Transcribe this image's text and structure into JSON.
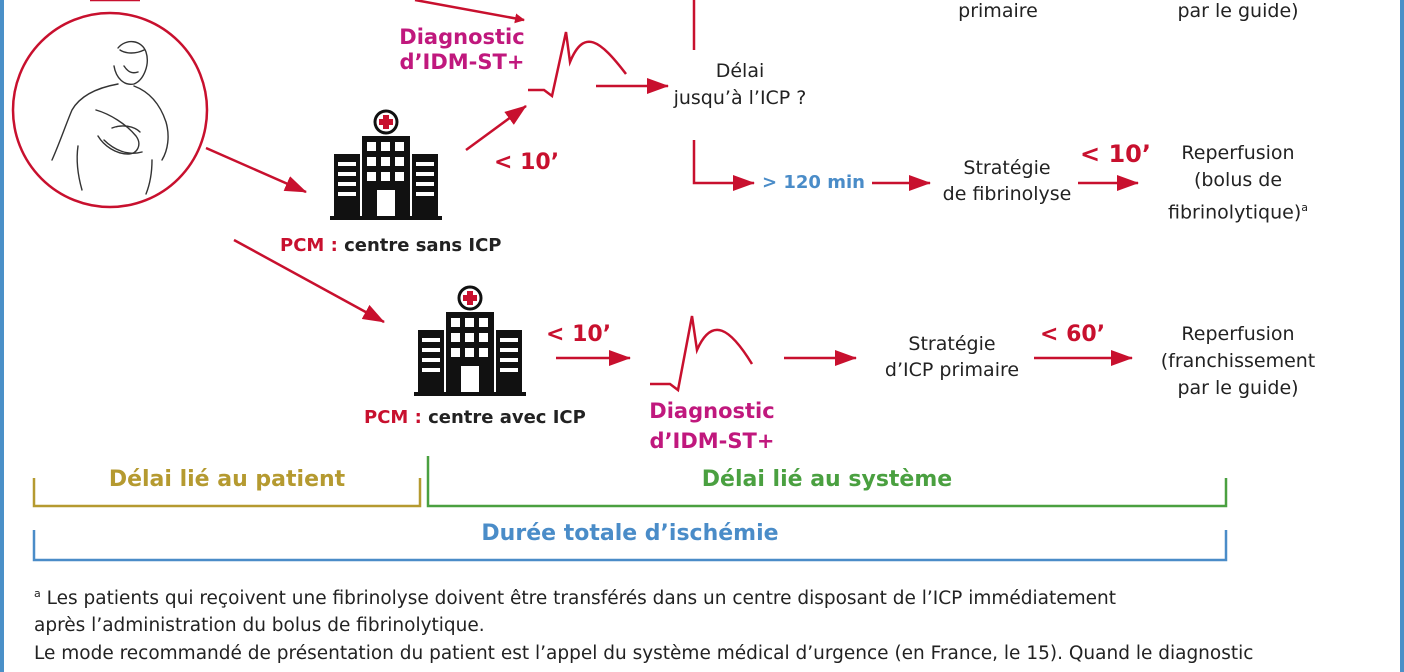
{
  "top": {
    "primaire": "primaire",
    "par_le_guide": "par le guide)"
  },
  "diag1": {
    "line1": "Diagnostic",
    "line2": "d’IDM-ST+"
  },
  "delai_icp": {
    "line1": "Délai",
    "line2": "jusqu’à l’ICP ?"
  },
  "lt10_a": "< 10’",
  "pcm1": {
    "prefix": "PCM :",
    "label": "centre sans ICP"
  },
  "gt120": "> 120 min",
  "fibrino": {
    "line1": "Stratégie",
    "line2": "de fibrinolyse"
  },
  "lt10_b": "< 10’",
  "reperf1": {
    "line1": "Reperfusion",
    "line2": "(bolus de",
    "line3": "fibrinolytique)",
    "sup": "a"
  },
  "lt10_c": "< 10’",
  "pcm2": {
    "prefix": "PCM :",
    "label": "centre avec ICP"
  },
  "diag2": {
    "line1": "Diagnostic",
    "line2": "d’IDM-ST+"
  },
  "icp": {
    "line1": "Stratégie",
    "line2": "d’ICP primaire"
  },
  "lt60": "< 60’",
  "reperf2": {
    "line1": "Reperfusion",
    "line2": "(franchissement",
    "line3": "par le guide)"
  },
  "brackets": {
    "patient": "Délai lié au patient",
    "systeme": "Délai lié au système",
    "total": "Durée totale d’ischémie"
  },
  "footnotes": {
    "sup": "a",
    "line1": " Les patients qui reçoivent une fibrinolyse doivent être transférés dans un centre disposant de l’ICP immédiatement",
    "line2": "après l’administration du bolus de fibrinolytique.",
    "line3": "Le mode recommandé de présentation du patient est l’appel du système médical d’urgence (en France, le 15). Quand le diagnostic"
  },
  "colors": {
    "red": "#c8102e",
    "magenta": "#c0187d",
    "blue": "#4a8cc8",
    "yellow": "#b59a30",
    "green": "#4aa040"
  }
}
